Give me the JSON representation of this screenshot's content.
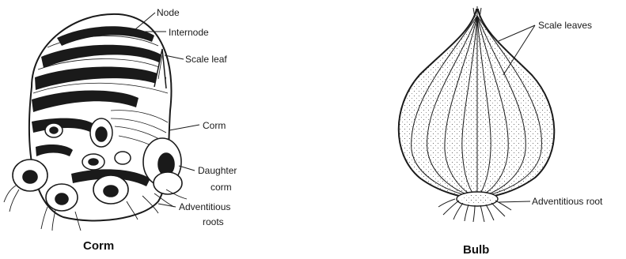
{
  "corm": {
    "caption": "Corm",
    "labels": {
      "node": "Node",
      "internode": "Internode",
      "scale_leaf": "Scale leaf",
      "corm": "Corm",
      "daughter_corm_line1": "Daughter",
      "daughter_corm_line2": "corm",
      "adventitious_roots_line1": "Adventitious",
      "adventitious_roots_line2": "roots"
    }
  },
  "bulb": {
    "caption": "Bulb",
    "labels": {
      "scale_leaves": "Scale leaves",
      "adventitious_root": "Adventitious root"
    }
  },
  "colors": {
    "ink": "#1a1a1a",
    "background": "#ffffff"
  }
}
